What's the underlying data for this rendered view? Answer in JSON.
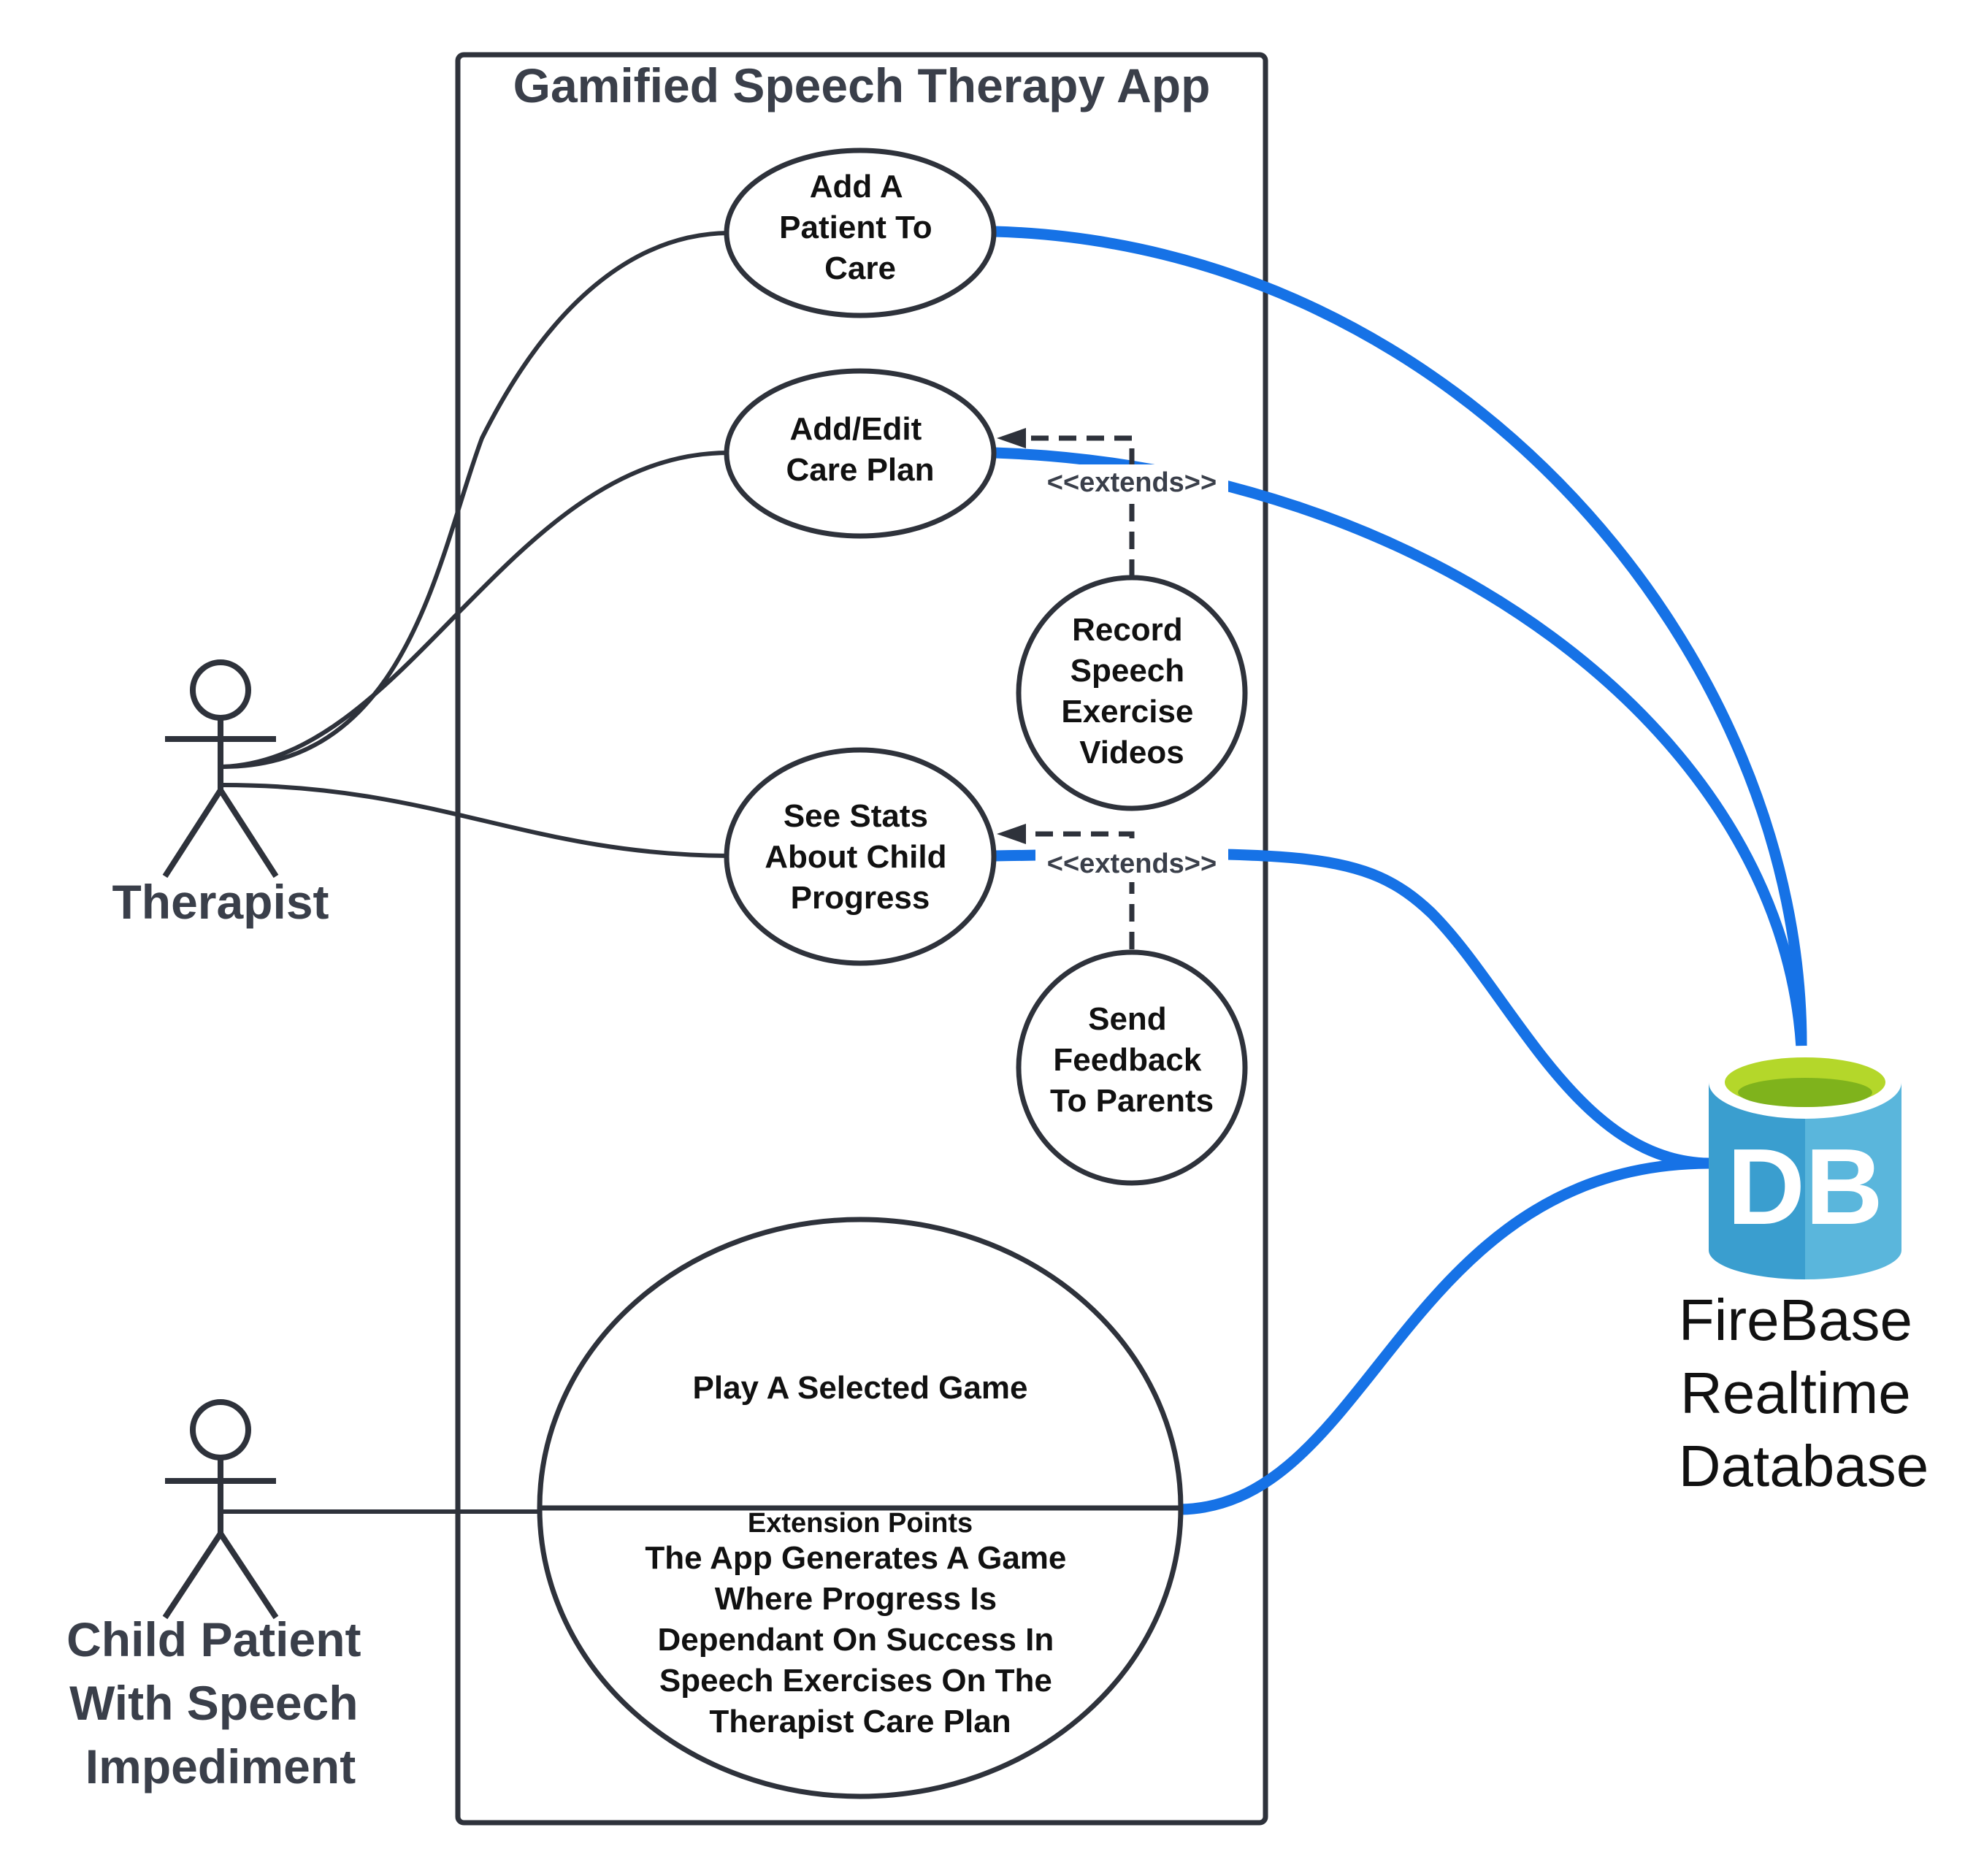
{
  "system": {
    "title": "Gamified Speech Therapy App"
  },
  "actors": {
    "therapist": {
      "label": "Therapist"
    },
    "child": {
      "label_lines": [
        "Child Patient",
        "With Speech",
        "Impediment"
      ]
    }
  },
  "use_cases": {
    "add_patient": {
      "lines": [
        "Add A",
        "Patient To",
        "Care"
      ]
    },
    "care_plan": {
      "lines": [
        "Add/Edit",
        "Care Plan"
      ]
    },
    "record_videos": {
      "lines": [
        "Record",
        "Speech",
        "Exercise",
        "Videos"
      ]
    },
    "see_stats": {
      "lines": [
        "See Stats",
        "About Child",
        "Progress"
      ]
    },
    "send_feedback": {
      "lines": [
        "Send",
        "Feedback",
        "To Parents"
      ]
    },
    "play_game": {
      "title": "Play A Selected Game",
      "extension_header": "Extension Points",
      "extension_lines": [
        "The App Generates A Game",
        "Where Progress Is",
        "Dependant On Success In",
        "Speech Exercises On The",
        "Therapist Care Plan"
      ]
    }
  },
  "relations": {
    "extends_label_1": "<<extends>>",
    "extends_label_2": "<<extends>>"
  },
  "database": {
    "icon_text": "DB",
    "label_lines": [
      "FireBase",
      "Realtime",
      "Database"
    ]
  },
  "colors": {
    "stroke": "#2e323b",
    "text": "#3a3f4a",
    "db_link": "#1672e6",
    "db_body": "#3a9ecf",
    "db_body_light": "#5ab6dc",
    "db_top": "#b4d72a"
  }
}
